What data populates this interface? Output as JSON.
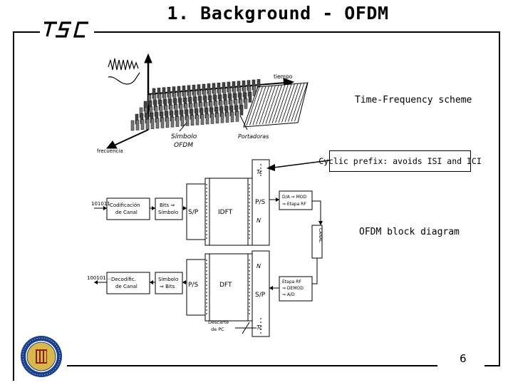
{
  "slide": {
    "title": "1. Background - OFDM",
    "logo_text": "TSC",
    "page_number": "6"
  },
  "captions": {
    "time_frequency": "Time-Frequency scheme",
    "cyclic_prefix": "Cyclic prefix: avoids ISI and ICI",
    "block_diagram": "OFDM block diagram"
  },
  "tf_figure": {
    "label_tiempo": "tiempo",
    "label_frecuencia": "frecuencia",
    "label_simbolo_line1": "Símbolo",
    "label_simbolo_line2": "OFDM",
    "label_portadoras": "Portadoras"
  },
  "block_diagram": {
    "tx_bits": "101011",
    "rx_bits": "100101...",
    "tx_channel_coding_line1": "Codificación",
    "tx_channel_coding_line2": "de Canal",
    "tx_bits_to_symbol_line1": "Bits ⇒",
    "tx_bits_to_symbol_line2": "Símbolo",
    "sp": "S/P",
    "idft": "IDFT",
    "ps": "P/S",
    "tc": "Tc",
    "n": "N",
    "tx_da_mod_line1": "D/A ⇒ MOD",
    "tx_da_mod_line2": "⇒ Etapa RF",
    "canal": "CANAL",
    "rx_decod_line1": "Decodific.",
    "rx_decod_line2": "de Canal",
    "rx_symbol_to_bits_line1": "Símbolo",
    "rx_symbol_to_bits_line2": "⇒ Bits",
    "rx_ps": "P/S",
    "dft": "DFT",
    "rx_sp": "S/P",
    "rx_n": "N",
    "rx_tc": "Tc",
    "rx_rf_line1": "Etapa RF",
    "rx_rf_line2": "⇒ DEMOD",
    "rx_rf_line3": "⇒ A/D",
    "descarte_line1": "Descarte",
    "descarte_line2": "de PC"
  }
}
